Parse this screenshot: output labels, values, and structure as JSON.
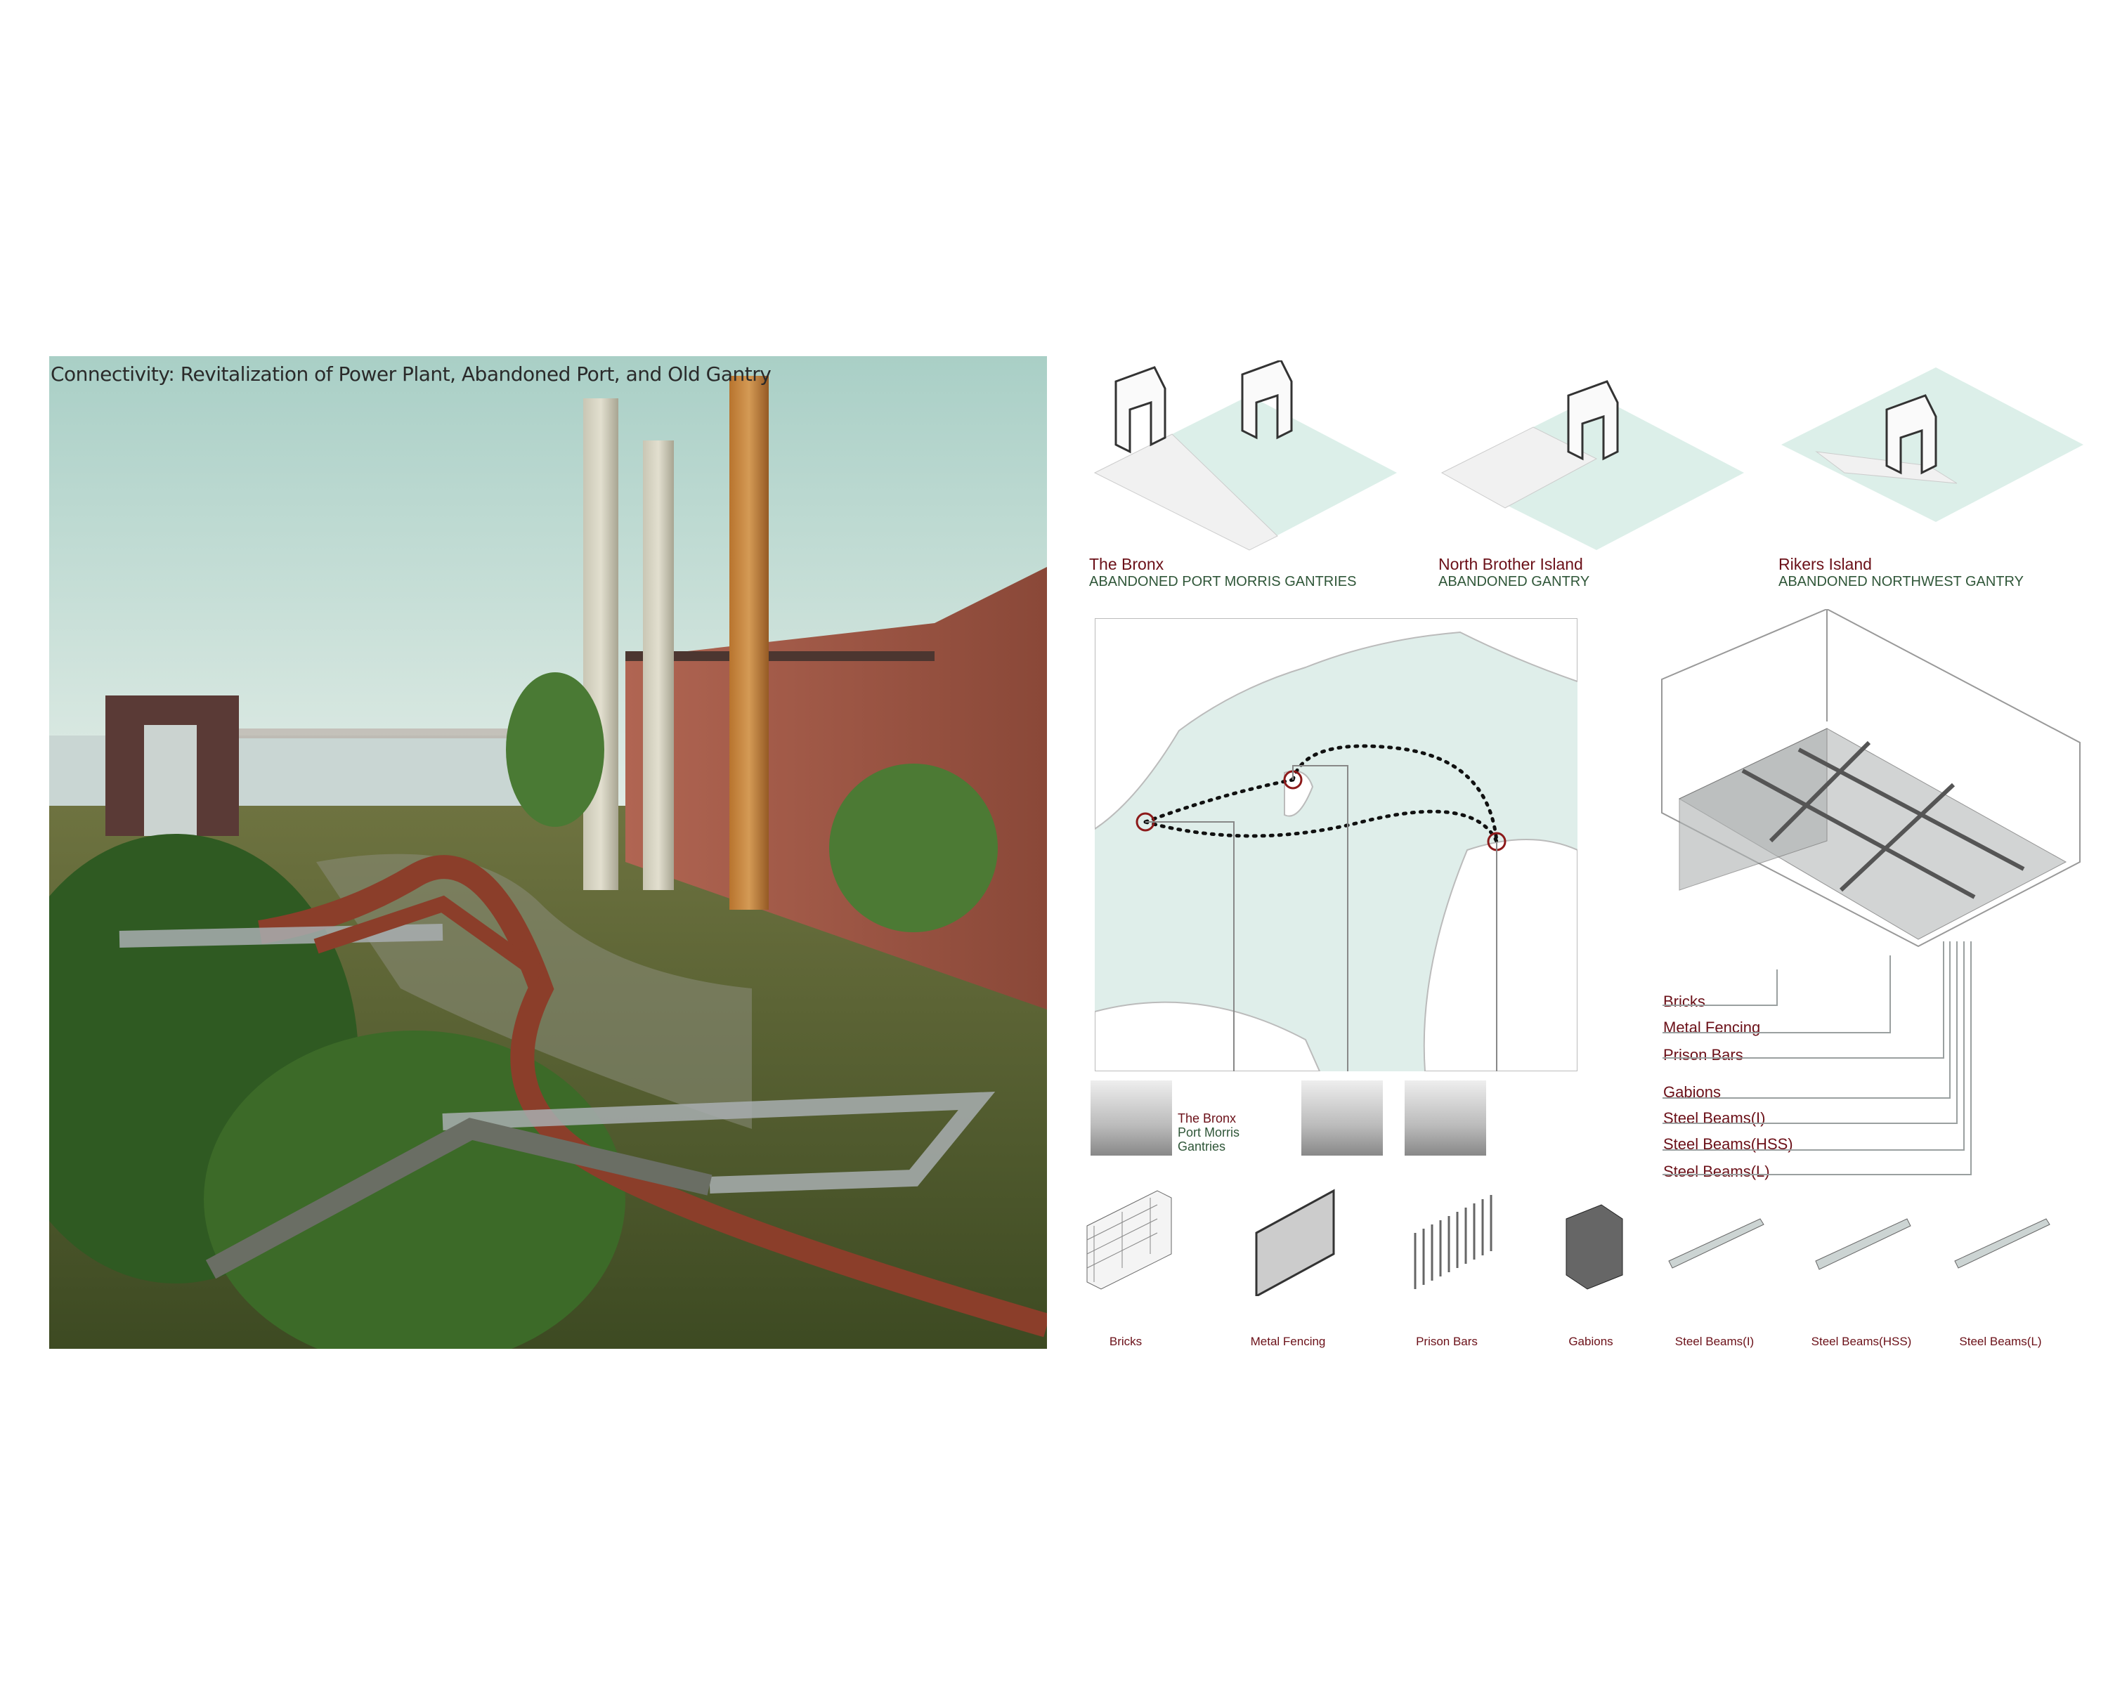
{
  "render": {
    "title": "Connectivity: Revitalization of Power Plant, Abandoned Port, and Old Gantry"
  },
  "sites": [
    {
      "name": "The Bronx",
      "subtitle": "ABANDONED PORT MORRIS GANTRIES"
    },
    {
      "name": "North Brother Island",
      "subtitle": "ABANDONED GANTRY"
    },
    {
      "name": "Rikers Island",
      "subtitle": "ABANDONED NORTHWEST GANTRY"
    }
  ],
  "photo_caption": {
    "line1": "The Bronx",
    "line2": "Port Morris",
    "line3": "Gantries"
  },
  "legend": [
    "Bricks",
    "Metal Fencing",
    "Prison Bars",
    "Gabions",
    "Steel Beams(I)",
    "Steel Beams(HSS)",
    "Steel Beams(L)"
  ],
  "materials": [
    "Bricks",
    "Metal Fencing",
    "Prison Bars",
    "Gabions",
    "Steel Beams(I)",
    "Steel Beams(HSS)",
    "Steel Beams(L)"
  ],
  "colors": {
    "accent_red": "#6b1018",
    "accent_green": "#2f5638",
    "water": "#dfeeea"
  }
}
